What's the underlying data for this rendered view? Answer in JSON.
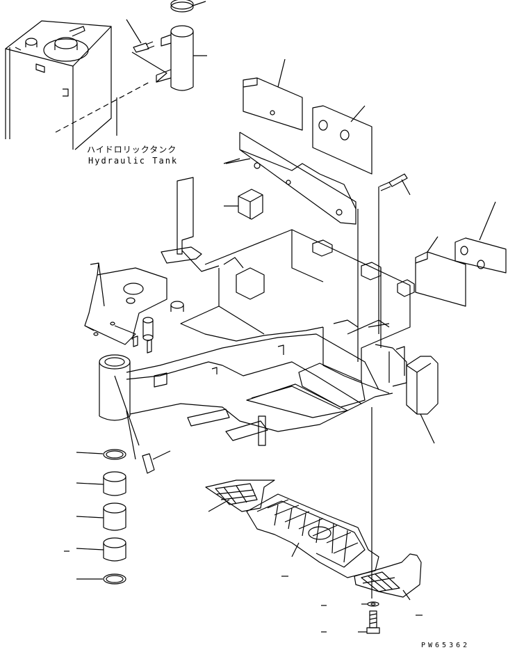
{
  "labels": {
    "tank_jp": "ハイドロリックタンク",
    "tank_en": "Hydraulic Tank",
    "drawing_code": "PW65362"
  }
}
